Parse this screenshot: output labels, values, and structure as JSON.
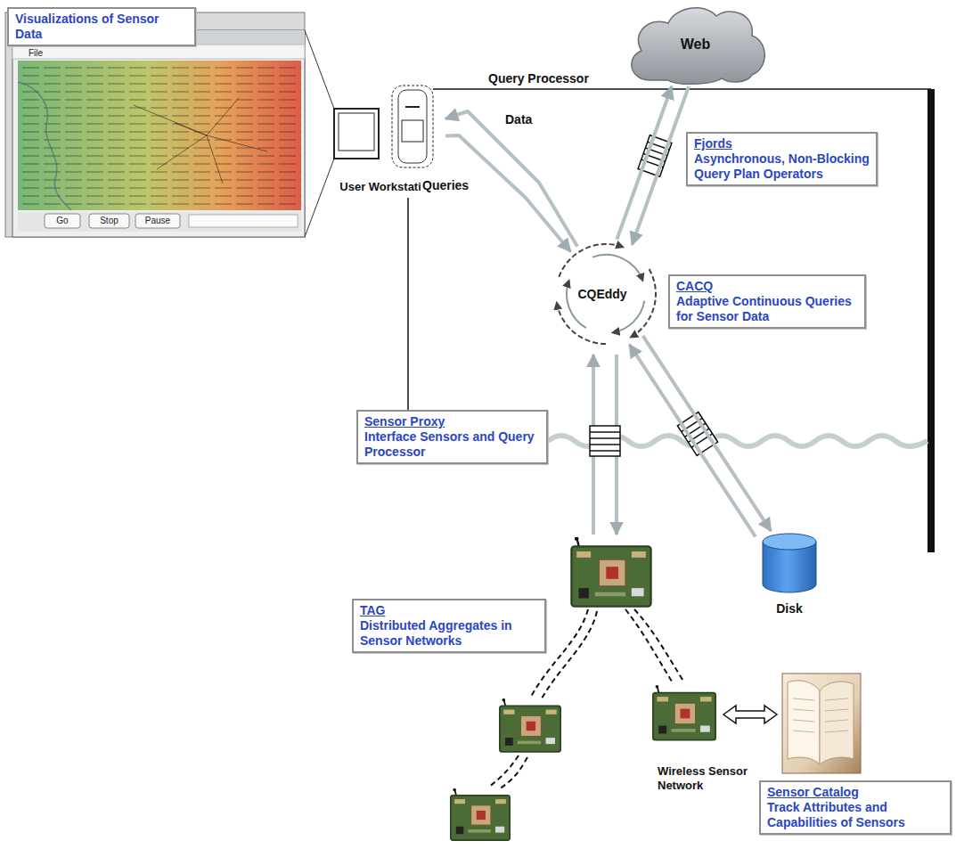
{
  "diagram": {
    "nodes": [
      {
        "text": [
          "Visualizations of Sensor Data"
        ]
      },
      {
        "text": [
          "Web"
        ]
      },
      {
        "text": [
          "User Workstation"
        ]
      },
      {
        "text": [
          "Fjords",
          "Asynchronous, Non-Blocking Query Plan Operators"
        ]
      },
      {
        "text": [
          "CQEddy"
        ]
      },
      {
        "text": [
          "CACQ",
          "Adaptive Continuous Queries for Sensor Data"
        ]
      },
      {
        "text": [
          "Sensor Proxy",
          "Interface Sensors and Query Processor"
        ]
      },
      {
        "text": [
          "Disk"
        ]
      },
      {
        "text": [
          "TAG",
          "Distributed Aggregates in Sensor Networks"
        ]
      },
      {
        "text": [
          "Sensor Catalog",
          "Track Attributes and Capabilities of Sensors"
        ]
      }
    ],
    "edges": [
      {
        "from": 4,
        "to": 2,
        "label": "Data",
        "arrow": "to"
      },
      {
        "from": 2,
        "to": 4,
        "label": "Queries",
        "arrow": "to"
      },
      {
        "from": 1,
        "to": 4,
        "arrow": "to"
      },
      {
        "from": 4,
        "to": 1,
        "arrow": "to"
      },
      {
        "from": 4,
        "to": 7,
        "arrow": "to"
      },
      {
        "from": 7,
        "to": 4,
        "arrow": "to"
      }
    ],
    "labels": [
      "Query Processor",
      "Wireless Sensor Network",
      "File",
      "Go",
      "Stop",
      "Pause"
    ]
  }
}
